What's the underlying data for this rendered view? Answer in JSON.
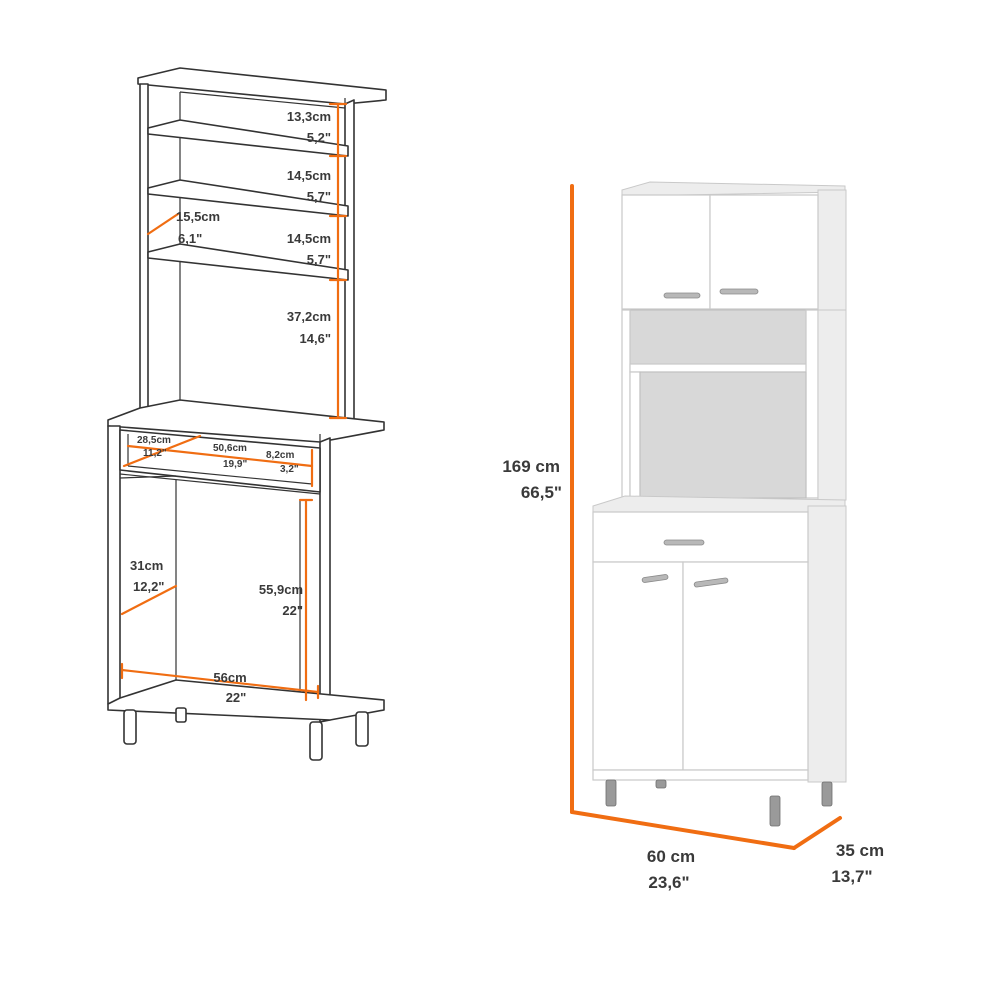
{
  "colors": {
    "accent": "#f06d12",
    "text": "#3a3a3a",
    "line": "#333333"
  },
  "line_drawing": {
    "shelf_1": {
      "cm": "13,3cm",
      "in": "5,2\""
    },
    "shelf_2": {
      "cm": "14,5cm",
      "in": "5,7\""
    },
    "shelf_3": {
      "cm": "14,5cm",
      "in": "5,7\""
    },
    "shelf_depth": {
      "cm": "15,5cm",
      "in": "6,1\""
    },
    "hutch_open": {
      "cm": "37,2cm",
      "in": "14,6\""
    },
    "drawer_depth": {
      "cm": "28,5cm",
      "in": "11,2\""
    },
    "drawer_width": {
      "cm": "50,6cm",
      "in": "19,9\""
    },
    "drawer_height": {
      "cm": "8,2cm",
      "in": "3,2\""
    },
    "base_depth": {
      "cm": "31cm",
      "in": "12,2\""
    },
    "base_height": {
      "cm": "55,9cm",
      "in": "22\""
    },
    "base_width": {
      "cm": "56cm",
      "in": "22\""
    }
  },
  "product": {
    "height": {
      "cm": "169 cm",
      "in": "66,5\""
    },
    "width": {
      "cm": "60 cm",
      "in": "23,6\""
    },
    "depth": {
      "cm": "35 cm",
      "in": "13,7\""
    }
  }
}
